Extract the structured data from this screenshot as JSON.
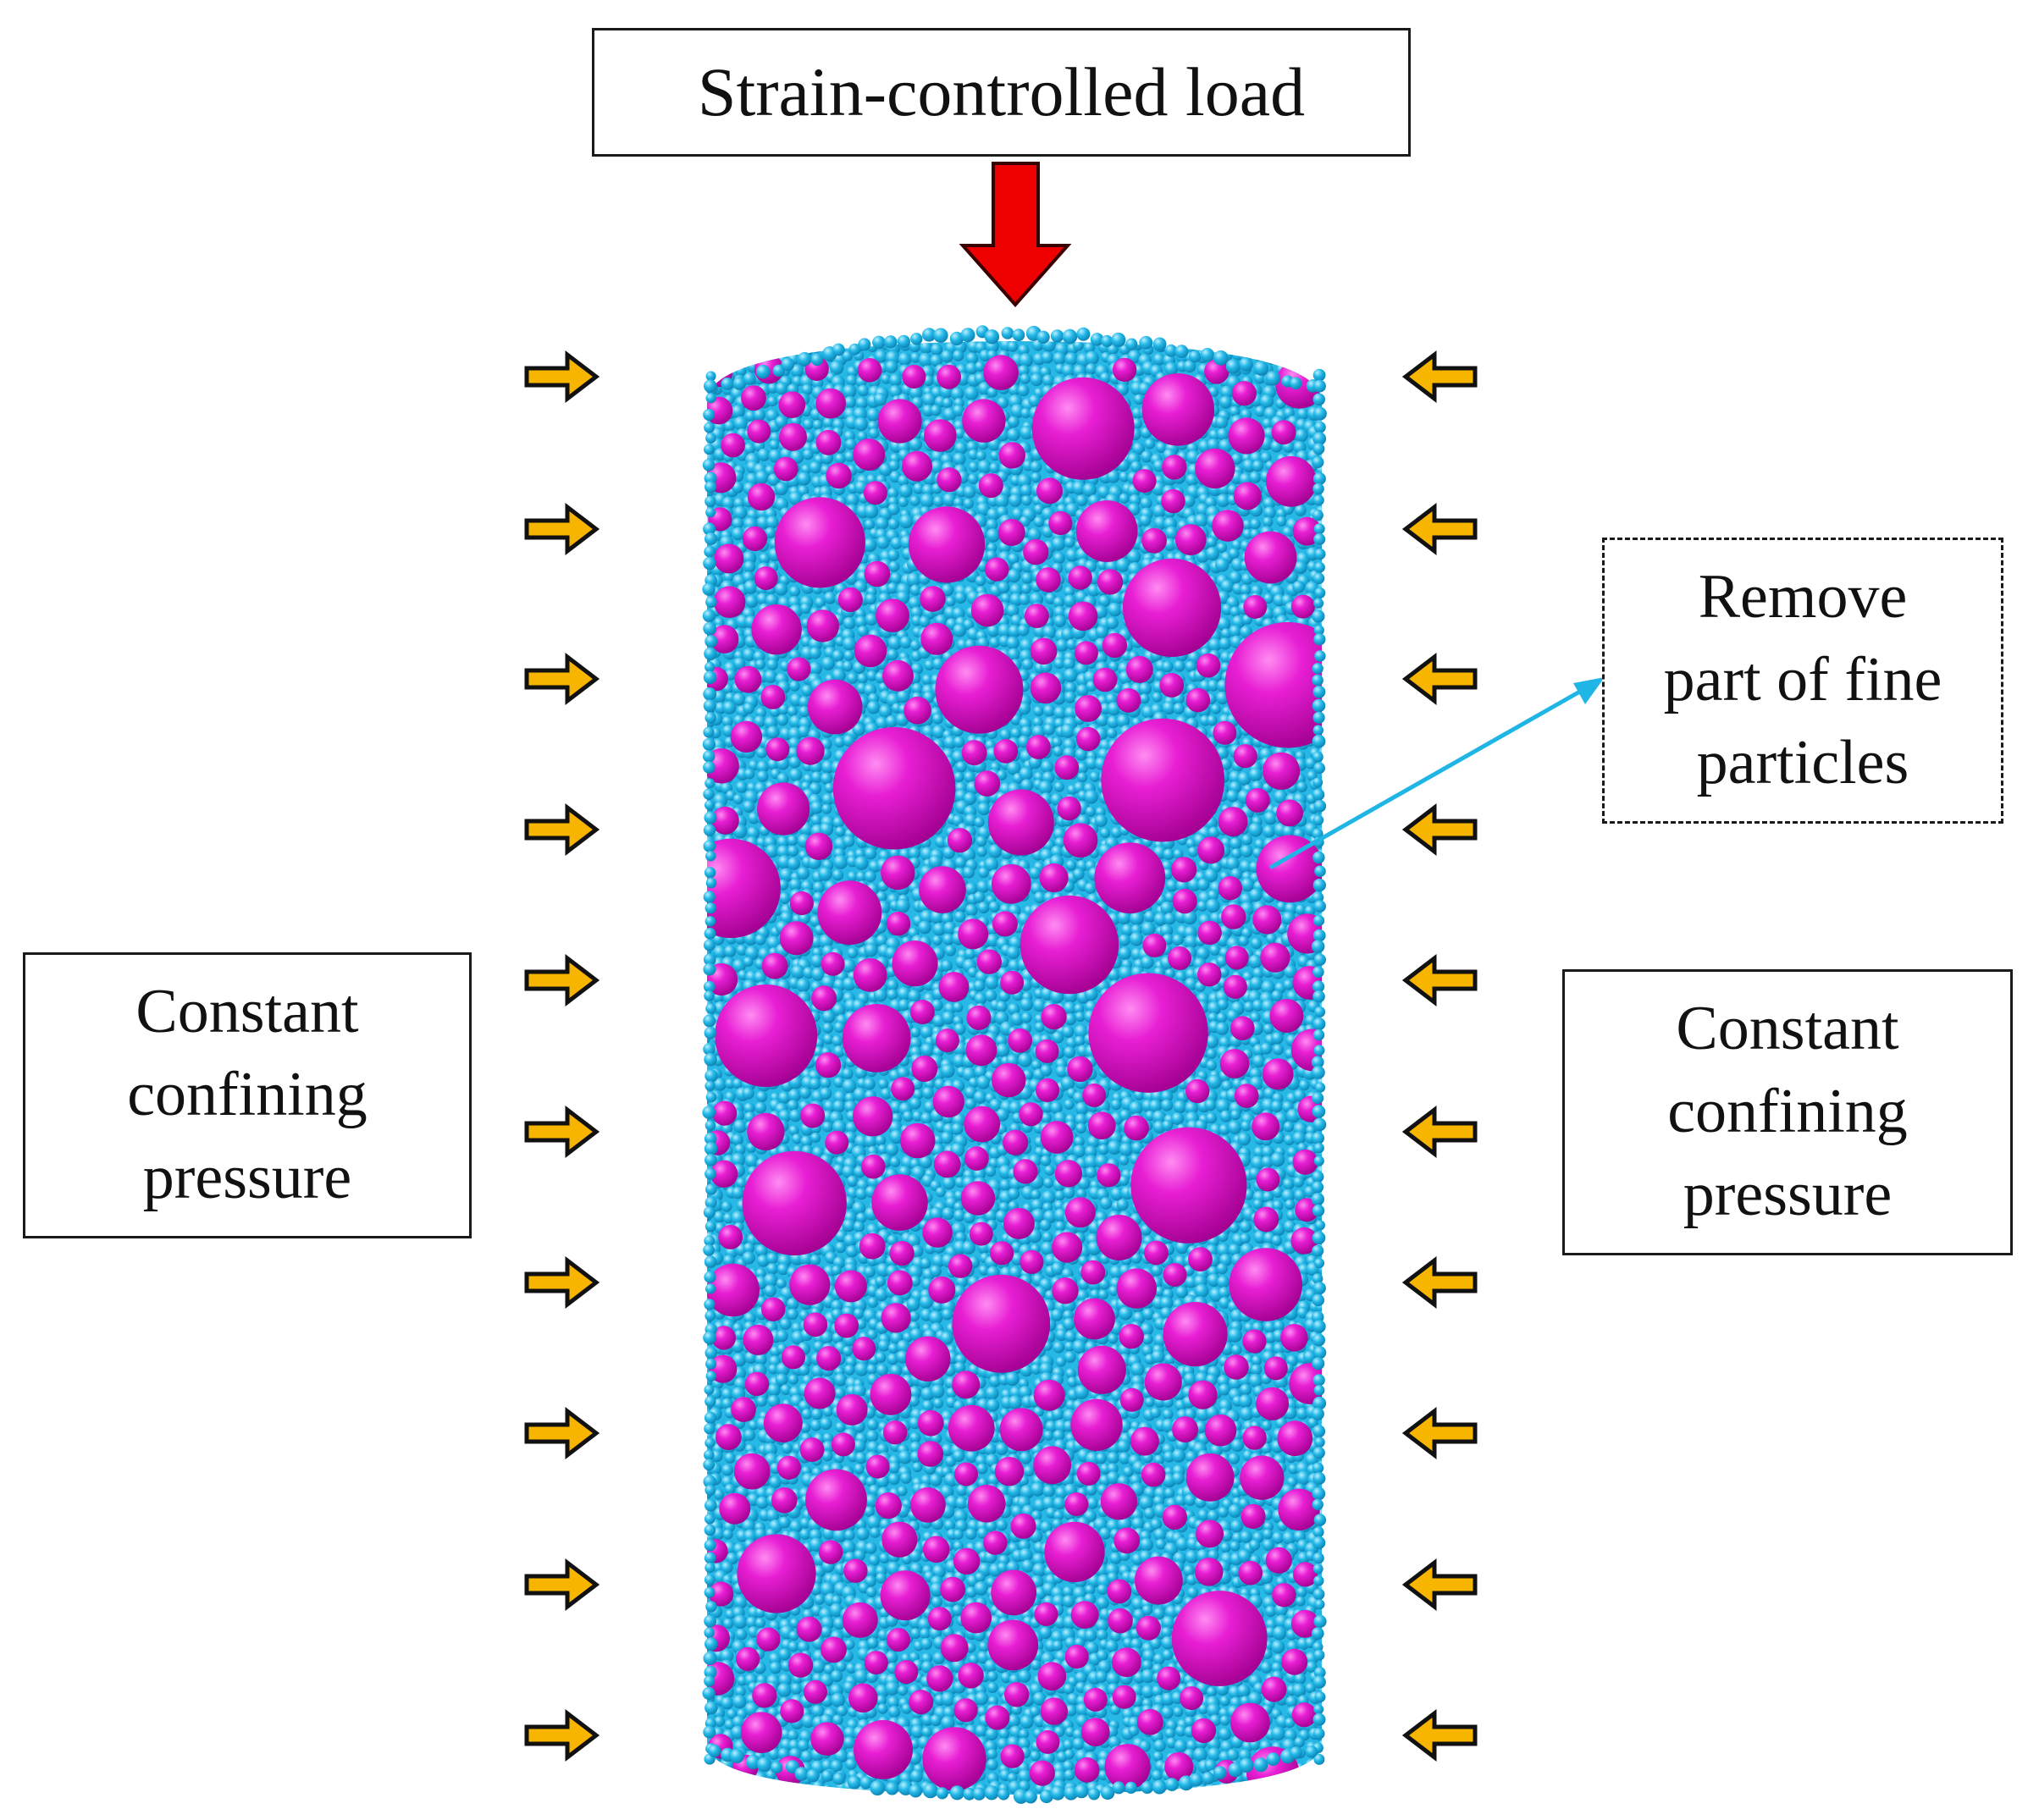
{
  "labels": {
    "load": "Strain-controlled load",
    "confining_left": "Constant\nconfining\npressure",
    "confining_right": "Constant\nconfining\npressure",
    "remove_fines": "Remove\npart of fine\nparticles"
  },
  "colors": {
    "load_arrow": "#ee0000",
    "confining_arrow": "#f7b500",
    "coarse_particles": "#dd00c8",
    "fine_particles": "#1fb6e6",
    "callout_arrow": "#1fb6e6"
  },
  "icons": {
    "load": "down-arrow-icon",
    "confining_left": "right-arrow-icon",
    "confining_right": "left-arrow-icon",
    "callout": "callout-arrow-icon"
  }
}
